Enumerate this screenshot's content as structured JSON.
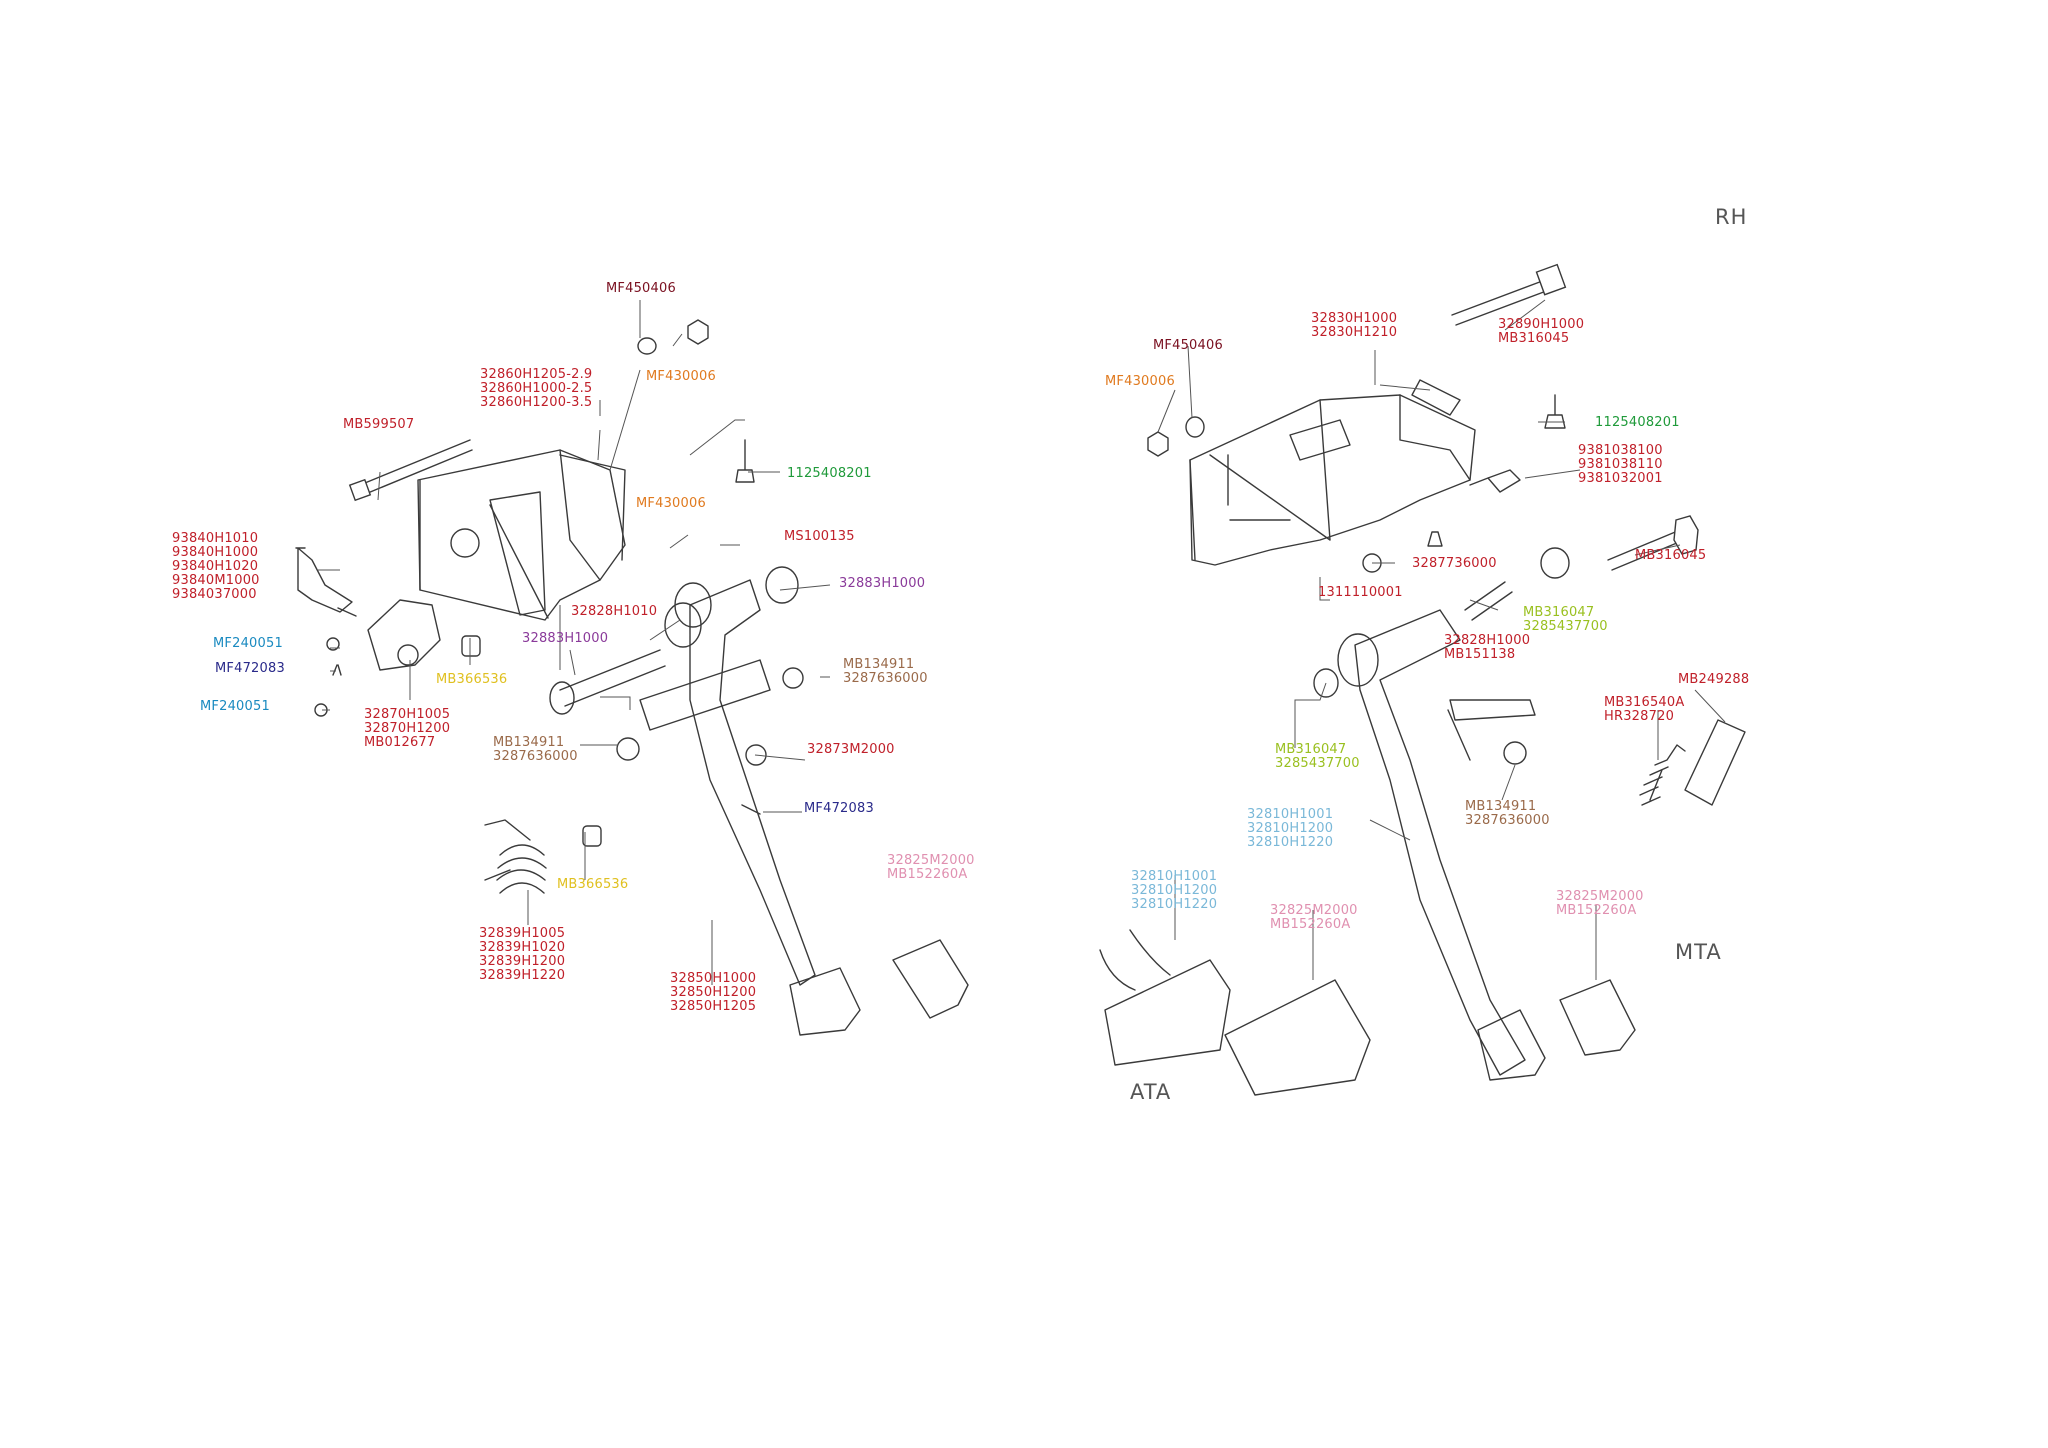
{
  "sections": {
    "rh": "RH",
    "mta": "MTA",
    "ata": "ATA"
  },
  "colors": {
    "red": "#c0202a",
    "dark_red": "#7a1020",
    "orange": "#e07a1f",
    "green": "#1f9a3a",
    "purple": "#8a3a9a",
    "brown": "#9a6a4a",
    "cyan": "#1a8ac0",
    "navy": "#2a2a8a",
    "yellow": "#e0c020",
    "lime": "#9ac020",
    "pink": "#e090b0",
    "light_blue": "#7ab8d8"
  },
  "left_callouts": [
    {
      "id": "l-mf450406",
      "lines": [
        "MF450406"
      ],
      "color": "dark_red"
    },
    {
      "id": "l-mf430006-a",
      "lines": [
        "MF430006"
      ],
      "color": "orange"
    },
    {
      "id": "l-32860",
      "lines": [
        "32860H1205-2.9",
        "32860H1000-2.5",
        "32860H1200-3.5"
      ],
      "color": "red"
    },
    {
      "id": "l-mb599507",
      "lines": [
        "MB599507"
      ],
      "color": "red"
    },
    {
      "id": "l-1125408201",
      "lines": [
        "1125408201"
      ],
      "color": "green"
    },
    {
      "id": "l-mf430006-b",
      "lines": [
        "MF430006"
      ],
      "color": "orange"
    },
    {
      "id": "l-ms100135",
      "lines": [
        "MS100135"
      ],
      "color": "red"
    },
    {
      "id": "l-93840",
      "lines": [
        "93840H1010",
        "93840H1000",
        "93840H1020",
        "93840M1000",
        "9384037000"
      ],
      "color": "red"
    },
    {
      "id": "l-32883-a",
      "lines": [
        "32883H1000"
      ],
      "color": "purple"
    },
    {
      "id": "l-32828",
      "lines": [
        "32828H1010"
      ],
      "color": "red"
    },
    {
      "id": "l-32883-b",
      "lines": [
        "32883H1000"
      ],
      "color": "purple"
    },
    {
      "id": "l-mf240051-a",
      "lines": [
        "MF240051"
      ],
      "color": "cyan"
    },
    {
      "id": "l-mf472083-a",
      "lines": [
        "MF472083"
      ],
      "color": "navy"
    },
    {
      "id": "l-mb366536-a",
      "lines": [
        "MB366536"
      ],
      "color": "yellow"
    },
    {
      "id": "l-mb134911-a",
      "lines": [
        "MB134911",
        "3287636000"
      ],
      "color": "brown"
    },
    {
      "id": "l-mf240051-b",
      "lines": [
        "MF240051"
      ],
      "color": "cyan"
    },
    {
      "id": "l-32870",
      "lines": [
        "32870H1005",
        "32870H1200",
        "MB012677"
      ],
      "color": "red"
    },
    {
      "id": "l-mb134911-b",
      "lines": [
        "MB134911",
        "3287636000"
      ],
      "color": "brown"
    },
    {
      "id": "l-32873",
      "lines": [
        "32873M2000"
      ],
      "color": "red"
    },
    {
      "id": "l-mf472083-b",
      "lines": [
        "MF472083"
      ],
      "color": "navy"
    },
    {
      "id": "l-32825-a",
      "lines": [
        "32825M2000",
        "MB152260A"
      ],
      "color": "pink"
    },
    {
      "id": "l-mb366536-b",
      "lines": [
        "MB366536"
      ],
      "color": "yellow"
    },
    {
      "id": "l-32839",
      "lines": [
        "32839H1005",
        "32839H1020",
        "32839H1200",
        "32839H1220"
      ],
      "color": "red"
    },
    {
      "id": "l-32850",
      "lines": [
        "32850H1000",
        "32850H1200",
        "32850H1205"
      ],
      "color": "red"
    }
  ],
  "right_callouts": [
    {
      "id": "r-32830",
      "lines": [
        "32830H1000",
        "32830H1210"
      ],
      "color": "red"
    },
    {
      "id": "r-32890",
      "lines": [
        "32890H1000",
        "MB316045"
      ],
      "color": "red"
    },
    {
      "id": "r-mf450406",
      "lines": [
        "MF450406"
      ],
      "color": "dark_red"
    },
    {
      "id": "r-mf430006",
      "lines": [
        "MF430006"
      ],
      "color": "orange"
    },
    {
      "id": "r-1125408201",
      "lines": [
        "1125408201"
      ],
      "color": "green"
    },
    {
      "id": "r-93810",
      "lines": [
        "9381038100",
        "9381038110",
        "9381032001"
      ],
      "color": "red"
    },
    {
      "id": "r-mb316045",
      "lines": [
        "MB316045"
      ],
      "color": "red"
    },
    {
      "id": "r-3287736000",
      "lines": [
        "3287736000"
      ],
      "color": "red"
    },
    {
      "id": "r-1311110001",
      "lines": [
        "1311110001"
      ],
      "color": "red"
    },
    {
      "id": "r-mb316047-a",
      "lines": [
        "MB316047",
        "3285437700"
      ],
      "color": "lime"
    },
    {
      "id": "r-32828",
      "lines": [
        "32828H1000",
        "MB151138"
      ],
      "color": "red"
    },
    {
      "id": "r-mb249288",
      "lines": [
        "MB249288"
      ],
      "color": "red"
    },
    {
      "id": "r-mb316540a",
      "lines": [
        "MB316540A",
        "HR328720"
      ],
      "color": "red"
    },
    {
      "id": "r-mb316047-b",
      "lines": [
        "MB316047",
        "3285437700"
      ],
      "color": "lime"
    },
    {
      "id": "r-mb134911",
      "lines": [
        "MB134911",
        "3287636000"
      ],
      "color": "brown"
    },
    {
      "id": "r-32810-a",
      "lines": [
        "32810H1001",
        "32810H1200",
        "32810H1220"
      ],
      "color": "light_blue"
    },
    {
      "id": "r-32810-b",
      "lines": [
        "32810H1001",
        "32810H1200",
        "32810H1220"
      ],
      "color": "light_blue"
    },
    {
      "id": "r-32825-a",
      "lines": [
        "32825M2000",
        "MB152260A"
      ],
      "color": "pink"
    },
    {
      "id": "r-32825-b",
      "lines": [
        "32825M2000",
        "MB152260A"
      ],
      "color": "pink"
    }
  ]
}
